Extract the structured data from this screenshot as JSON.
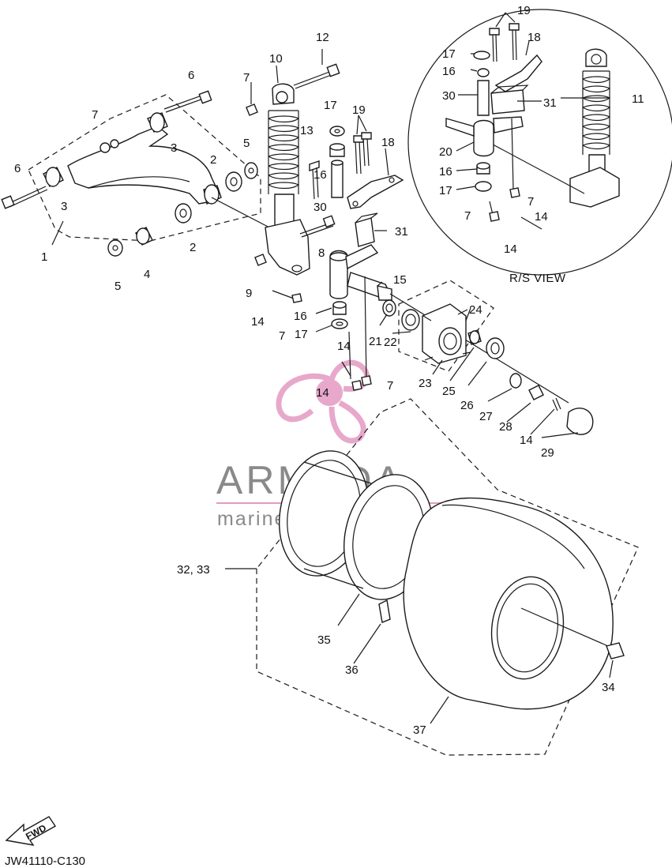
{
  "diagram_code": "JW41110-C130",
  "inset_view_label": "R/S VIEW",
  "fwd_label": "FWD",
  "watermark": {
    "brand": "ARMADA",
    "tagline": "marine outboards",
    "colors": {
      "logo_pink": "#e39ac2",
      "text_gray": "#8a8a8a"
    }
  },
  "part_labels": {
    "p1": "1",
    "p2a": "2",
    "p2b": "2",
    "p3a": "3",
    "p3b": "3",
    "p4": "4",
    "p5a": "5",
    "p5b": "5",
    "p6a": "6",
    "p6b": "6",
    "p7a": "7",
    "p7b": "7",
    "p7c": "7",
    "p7d": "7",
    "p8": "8",
    "p9": "9",
    "p10": "10",
    "p12": "12",
    "p13": "13",
    "p14a": "14",
    "p14b": "14",
    "p14c": "14",
    "p14d": "14",
    "p15": "15",
    "p16a": "16",
    "p16b": "16",
    "p17a": "17",
    "p17b": "17",
    "p18": "18",
    "p19": "19",
    "p21": "21",
    "p22": "22",
    "p23": "23",
    "p24": "24",
    "p25": "25",
    "p26": "26",
    "p27": "27",
    "p28": "28",
    "p29": "29",
    "p30": "30",
    "p31": "31",
    "p3233": "32, 33",
    "p34": "34",
    "p35": "35",
    "p36": "36",
    "p37": "37"
  },
  "inset_labels": {
    "i19": "19",
    "i18": "18",
    "i17a": "17",
    "i16a": "16",
    "i30": "30",
    "i31": "31",
    "i11": "11",
    "i20": "20",
    "i16b": "16",
    "i17b": "17",
    "i7a": "7",
    "i7b": "7",
    "i14a": "14",
    "i14b": "14"
  }
}
